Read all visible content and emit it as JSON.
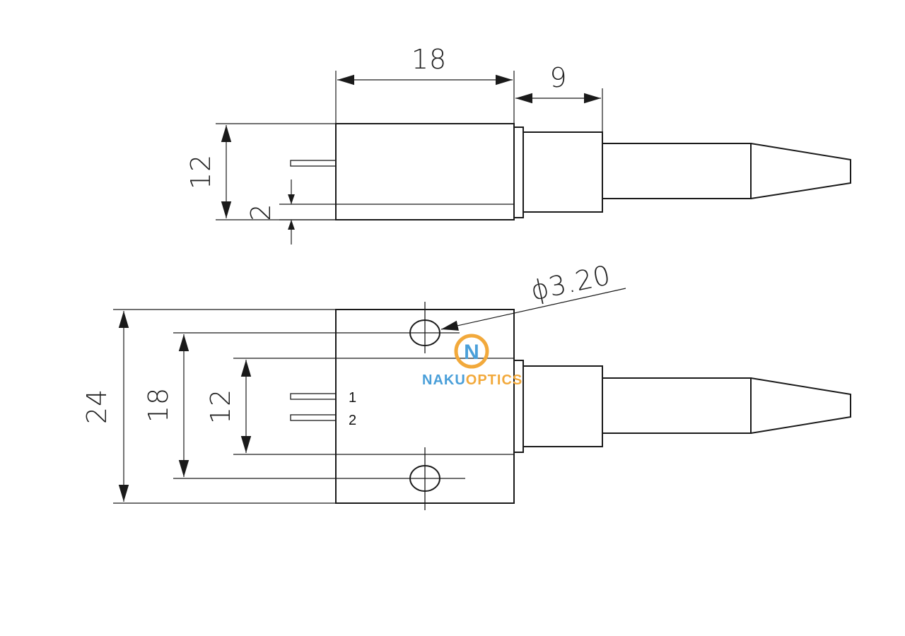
{
  "top_view": {
    "dims": {
      "length": "18",
      "sleeve_length": "9",
      "height": "12",
      "pin_offset": "2"
    }
  },
  "front_view": {
    "dims": {
      "overall": "24",
      "hole_spacing": "18",
      "body_height": "12",
      "hole_diameter": "ϕ3.20"
    },
    "pins": [
      "1",
      "2"
    ]
  },
  "watermark": {
    "brand_part1": "NAKU",
    "brand_part2": "OPTICS",
    "letter": "N",
    "color_blue": "#4a9fd9",
    "color_orange": "#f2a93b"
  }
}
